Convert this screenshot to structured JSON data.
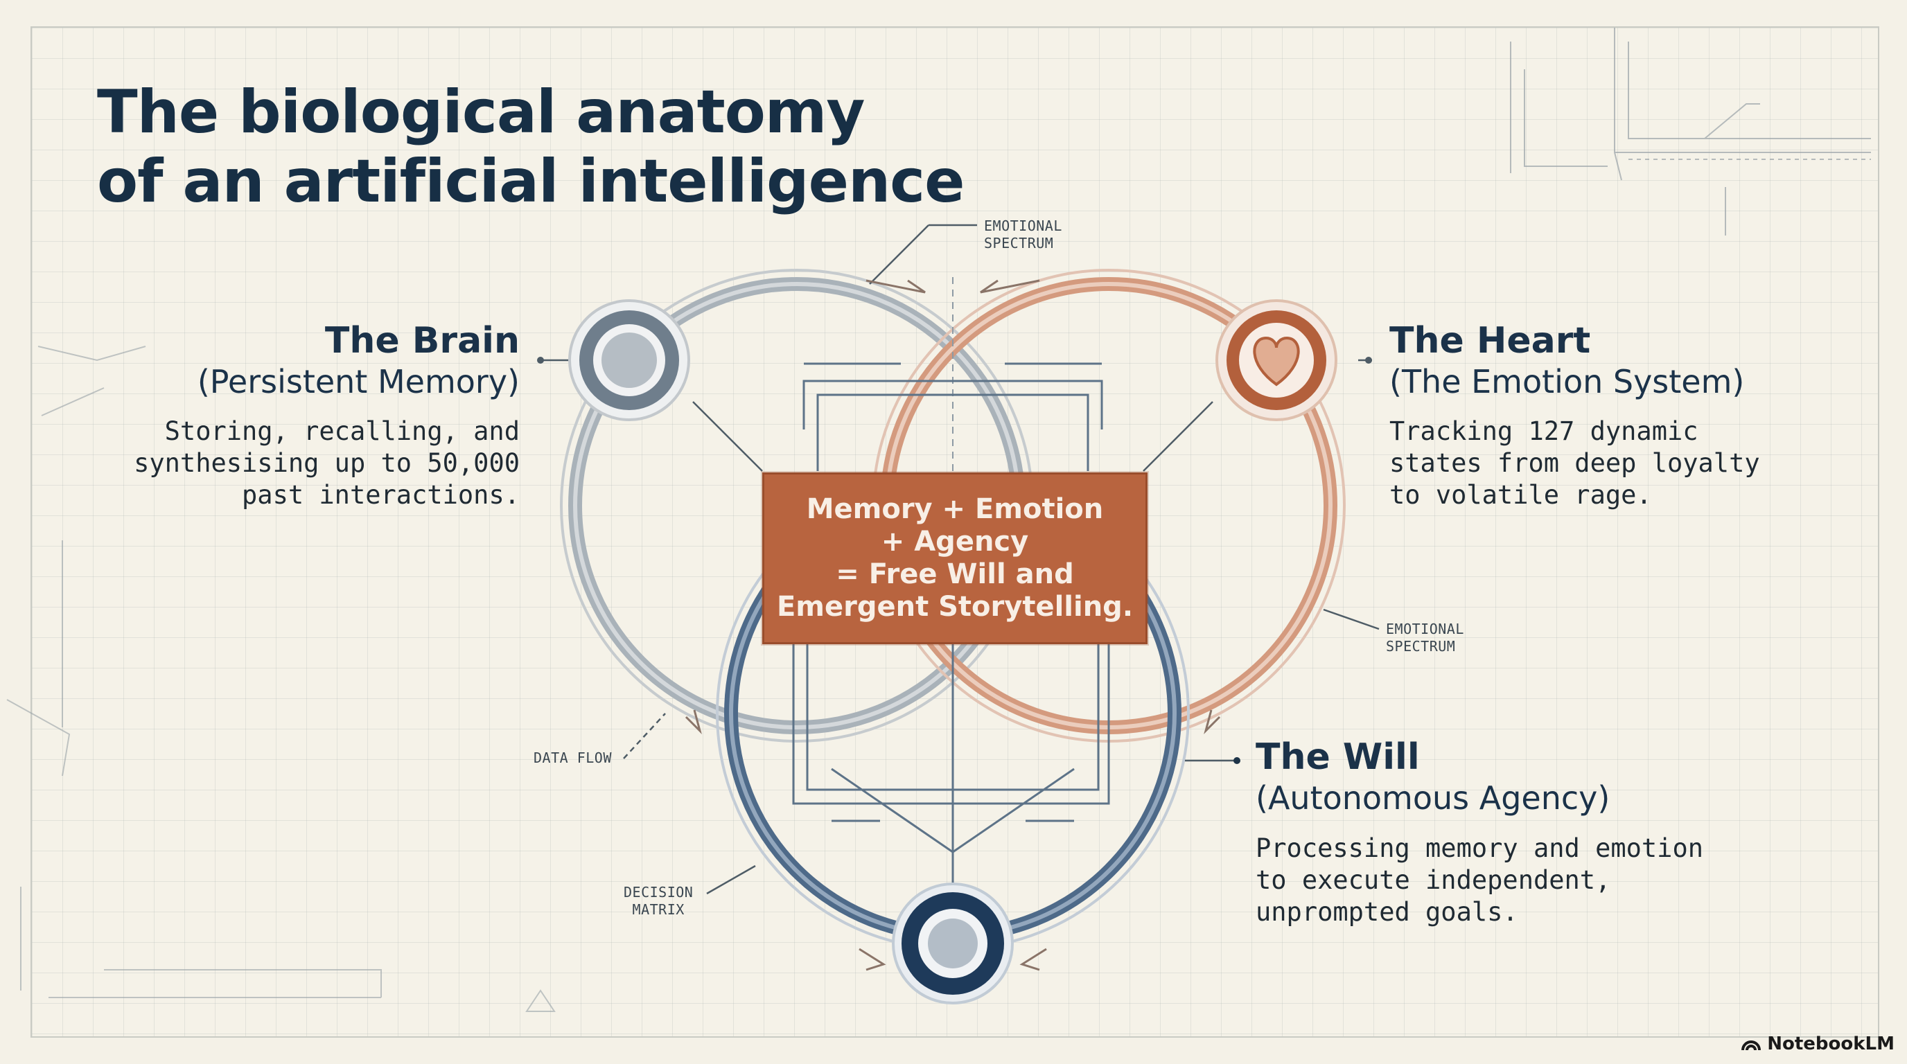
{
  "title": {
    "line1": "The biological anatomy",
    "line2": "of an artificial intelligence"
  },
  "brain": {
    "heading": "The Brain",
    "subheading": "(Persistent Memory)",
    "body": "Storing, recalling, and\nsynthesising up to 50,000\npast interactions.",
    "icon": "brain-node-icon",
    "color": "#7d8a96"
  },
  "heart": {
    "heading": "The Heart",
    "subheading": "(The Emotion System)",
    "body": "Tracking 127 dynamic\nstates from deep loyalty\nto volatile rage.",
    "icon": "heart-icon",
    "color": "#b8643f"
  },
  "will": {
    "heading": "The Will",
    "subheading": "(Autonomous Agency)",
    "body": "Processing memory and emotion\nto execute independent,\nunprompted goals.",
    "icon": "will-node-icon",
    "color": "#1f3c5c"
  },
  "center": {
    "line1": "Memory + Emotion",
    "line2": "+ Agency",
    "line3": "= Free Will and",
    "line4": "Emergent Storytelling.",
    "color": "#b8643f"
  },
  "annotations": {
    "emotional_spectrum_top_1": "EMOTIONAL",
    "emotional_spectrum_top_2": "SPECTRUM",
    "emotional_spectrum_right_1": "EMOTIONAL",
    "emotional_spectrum_right_2": "SPECTRUM",
    "data_flow": "DATA FLOW",
    "decision_matrix_1": "DECISION",
    "decision_matrix_2": "MATRIX"
  },
  "brand": {
    "name": "NotebookLM",
    "icon": "notebooklm-logo-icon"
  }
}
